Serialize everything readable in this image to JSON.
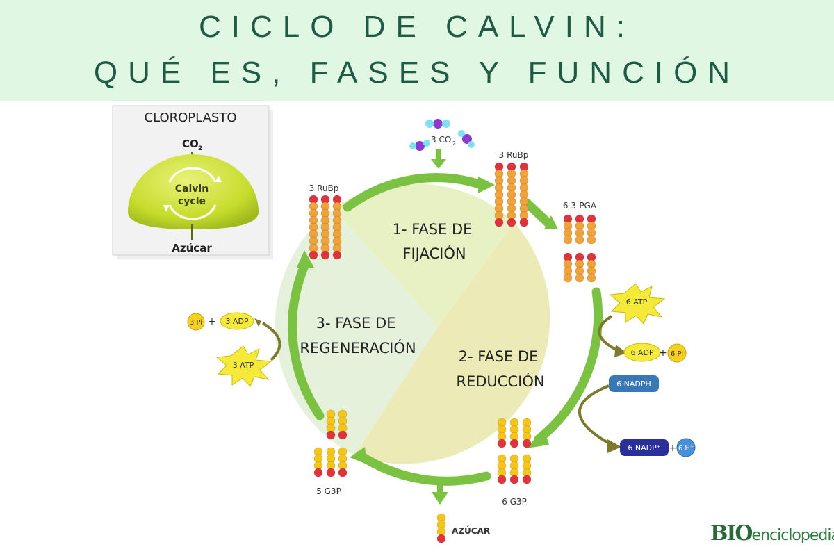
{
  "title": {
    "line1": "CICLO DE CALVIN:",
    "line2": "QUÉ ES, FASES Y FUNCIÓN"
  },
  "chloroplast_box": {
    "heading": "CLOROPLASTO",
    "co2": "CO",
    "co2_sub": "2",
    "center_line1": "Calvin",
    "center_line2": "cycle",
    "output": "Azúcar"
  },
  "phases": {
    "fixation": [
      "1- FASE DE",
      "FIJACIÓN"
    ],
    "reduction": [
      "2- FASE DE",
      "REDUCCIÓN"
    ],
    "regeneration": [
      "3- FASE DE",
      "REGENERACIÓN"
    ]
  },
  "molecules": {
    "co2_input": "3 CO",
    "co2_input_sub": "2",
    "rubp_top": "3 RuBp",
    "rubp_left": "3 RuBp",
    "pga": "6 3-PGA",
    "g3p_bottom": "6 G3P",
    "g3p_left": "5 G3P",
    "sugar_out": "AZÚCAR"
  },
  "energy": {
    "atp_in": "6 ATP",
    "adp_out": "6 ADP",
    "pi_out": "6 Pi",
    "nadph_in": "6 NADPH",
    "nadp_out": "6 NADP⁺",
    "h_out": "6 H⁺",
    "atp_regen": "3 ATP",
    "adp_regen": "3 ADP",
    "pi_regen": "3 Pi",
    "plus": "+"
  },
  "logo": {
    "bio": "BIO",
    "rest": "enciclopedia"
  },
  "colors": {
    "banner": "#dff7e3",
    "title": "#1f5a44",
    "cycle_arrow": "#7cc242",
    "fixation_sector": "#e8f1c4",
    "reduction_sector": "#ecebb8",
    "regeneration_sector": "#e6f1dc",
    "chloroplast": "#c6dc2c",
    "carbon_ball": "#f0a33a",
    "phosphate_ball": "#e0333d",
    "g3p_ball": "#f5c518",
    "energy_burst": "#f5ea3a",
    "nadph": "#3a78b5",
    "nadp": "#2a2f9a",
    "side_arrow": "#7d7a2e"
  }
}
